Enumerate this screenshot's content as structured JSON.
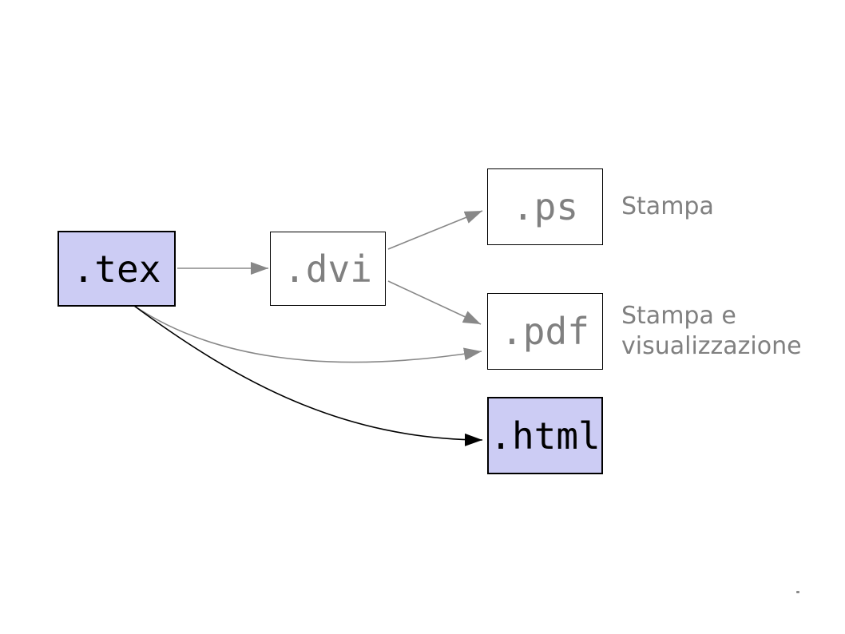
{
  "diagram": {
    "title_hint": "tex-conversion-flow",
    "nodes": [
      {
        "id": "tex",
        "label": ".tex",
        "kind": "source",
        "fill": "#ccccf4",
        "text_color": "#000000"
      },
      {
        "id": "dvi",
        "label": ".dvi",
        "kind": "intermediate",
        "fill": "#ffffff",
        "text_color": "#808080"
      },
      {
        "id": "ps",
        "label": ".ps",
        "kind": "output",
        "fill": "#ffffff",
        "text_color": "#808080"
      },
      {
        "id": "pdf",
        "label": ".pdf",
        "kind": "output",
        "fill": "#ffffff",
        "text_color": "#808080"
      },
      {
        "id": "html",
        "label": ".html",
        "kind": "output",
        "fill": "#ccccf4",
        "text_color": "#000000"
      }
    ],
    "annotations": [
      {
        "for": "ps",
        "text": "Stampa"
      },
      {
        "for": "pdf",
        "text": "Stampa e\nvisualizzazione"
      }
    ],
    "edges": [
      {
        "from": "tex",
        "to": "dvi",
        "style": "straight",
        "color": "#888888"
      },
      {
        "from": "dvi",
        "to": "ps",
        "style": "straight",
        "color": "#888888"
      },
      {
        "from": "dvi",
        "to": "pdf",
        "style": "straight",
        "color": "#888888"
      },
      {
        "from": "tex",
        "to": "pdf",
        "style": "curved",
        "color": "#888888"
      },
      {
        "from": "tex",
        "to": "html",
        "style": "curved",
        "color": "#000000"
      }
    ],
    "colors": {
      "background": "#ffffff",
      "highlight_fill": "#ccccf4",
      "plain_fill": "#ffffff",
      "node_border": "#000000",
      "gray": "#888888",
      "muted_text": "#808080",
      "black": "#000000"
    }
  }
}
